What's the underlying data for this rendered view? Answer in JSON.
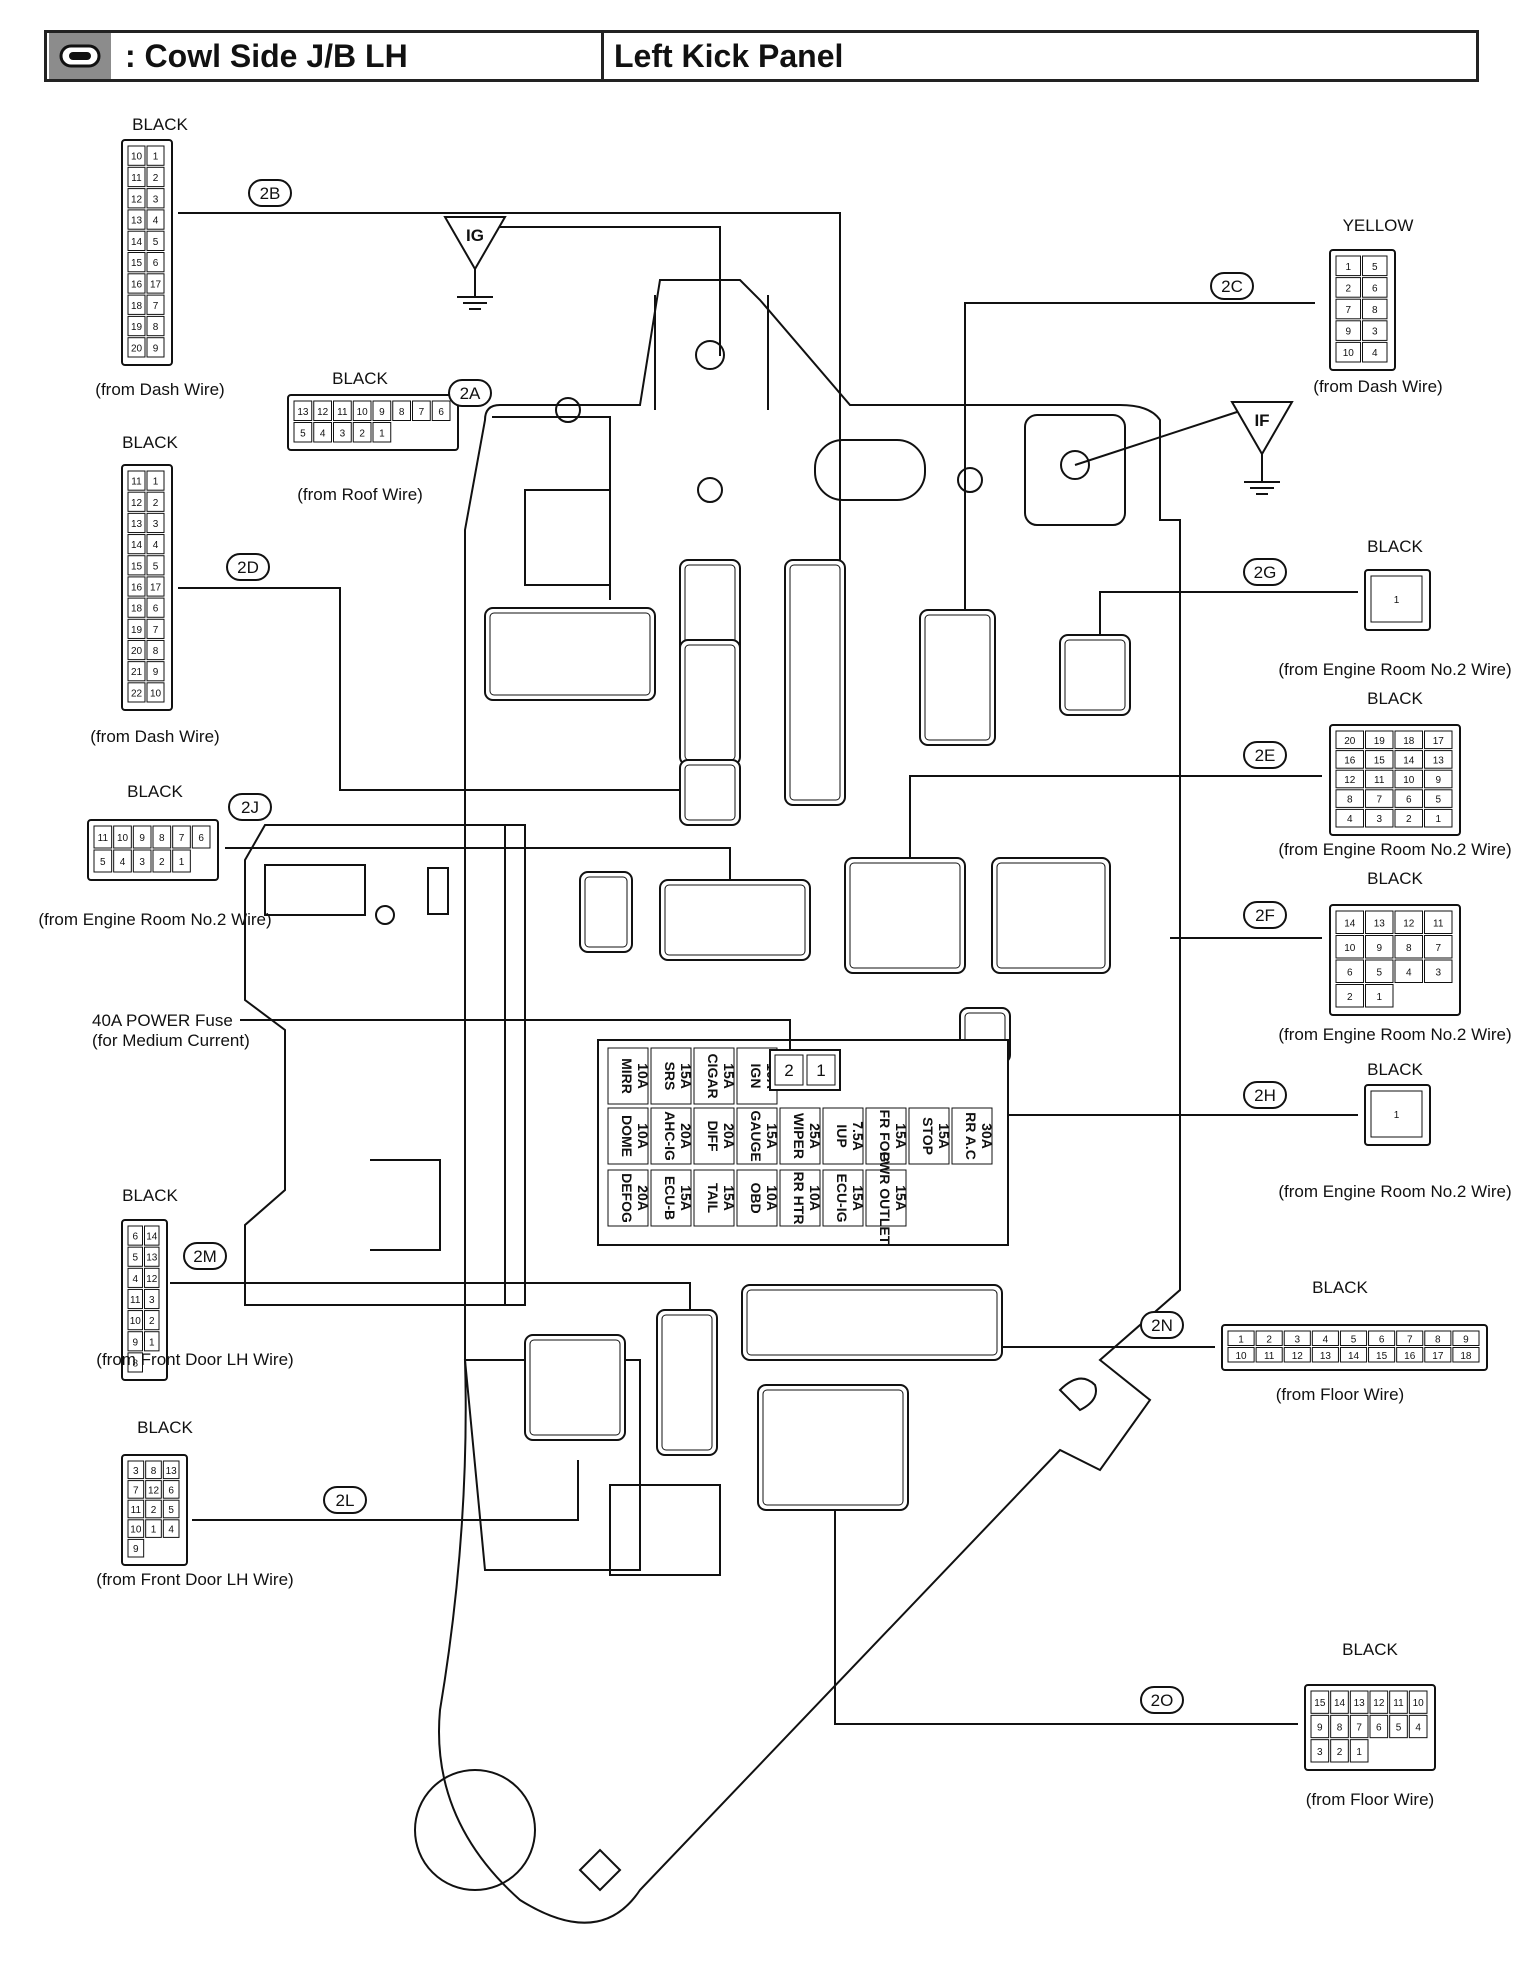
{
  "header": {
    "title": ": Cowl Side J/B LH",
    "location": "Left Kick Panel"
  },
  "grounds": [
    {
      "id": "IG",
      "label": "IG"
    },
    {
      "id": "IF",
      "label": "IF"
    }
  ],
  "power_fuse": {
    "label_line1": "40A POWER Fuse",
    "label_line2": "(for Medium Current)",
    "pins": [
      "2",
      "1"
    ]
  },
  "fuses": [
    [
      "MIRR",
      "10A"
    ],
    [
      "SRS",
      "15A"
    ],
    [
      "CIGAR",
      "15A"
    ],
    [
      "IGN",
      "10A"
    ],
    [
      "DOME",
      "10A"
    ],
    [
      "AHC-IG",
      "20A"
    ],
    [
      "DIFF",
      "20A"
    ],
    [
      "GAUGE",
      "15A"
    ],
    [
      "WIPER",
      "25A"
    ],
    [
      "IUP",
      "7.5A"
    ],
    [
      "FR FOG",
      "15A"
    ],
    [
      "STOP",
      "15A"
    ],
    [
      "RR A.C",
      "30A"
    ],
    [
      "DEFOG",
      "20A"
    ],
    [
      "ECU-B",
      "15A"
    ],
    [
      "TAIL",
      "15A"
    ],
    [
      "OBD",
      "10A"
    ],
    [
      "RR HTR",
      "10A"
    ],
    [
      "ECU-IG",
      "15A"
    ],
    [
      "PWR OUTLET",
      "15A"
    ]
  ],
  "connectors": [
    {
      "code": "2B",
      "color": "BLACK",
      "source": "(from Dash Wire)",
      "pins": [
        "10",
        "1",
        "11",
        "2",
        "12",
        "3",
        "13",
        "4",
        "14",
        "5",
        "15",
        "6",
        "16",
        "17",
        "18",
        "7",
        "19",
        "8",
        "20",
        "9"
      ]
    },
    {
      "code": "2A",
      "color": "BLACK",
      "source": "(from Roof Wire)",
      "pins": [
        "13",
        "12",
        "11",
        "10",
        "9",
        "8",
        "7",
        "6",
        "5",
        "4",
        "3",
        "2",
        "1"
      ]
    },
    {
      "code": "2D",
      "color": "BLACK",
      "source": "(from Dash Wire)",
      "pins": [
        "11",
        "1",
        "12",
        "2",
        "13",
        "3",
        "14",
        "4",
        "15",
        "5",
        "16",
        "17",
        "18",
        "6",
        "19",
        "7",
        "20",
        "8",
        "21",
        "9",
        "22",
        "10"
      ]
    },
    {
      "code": "2J",
      "color": "BLACK",
      "source": "(from Engine Room No.2 Wire)",
      "pins": [
        "11",
        "10",
        "9",
        "8",
        "7",
        "6",
        "5",
        "4",
        "3",
        "2",
        "1"
      ]
    },
    {
      "code": "2C",
      "color": "YELLOW",
      "source": "(from Dash Wire)",
      "pins": [
        "1",
        "5",
        "2",
        "6",
        "7",
        "8",
        "9",
        "3",
        "10",
        "4"
      ]
    },
    {
      "code": "2G",
      "color": "BLACK",
      "source": "(from Engine Room No.2 Wire)",
      "pins": [
        "1"
      ]
    },
    {
      "code": "2E",
      "color": "BLACK",
      "source": "(from Engine Room No.2 Wire)",
      "pins": [
        "20",
        "19",
        "18",
        "17",
        "16",
        "15",
        "14",
        "13",
        "12",
        "11",
        "10",
        "9",
        "8",
        "7",
        "6",
        "5",
        "4",
        "3",
        "2",
        "1"
      ]
    },
    {
      "code": "2F",
      "color": "BLACK",
      "source": "(from Engine Room No.2 Wire)",
      "pins": [
        "14",
        "13",
        "12",
        "11",
        "10",
        "9",
        "8",
        "7",
        "6",
        "5",
        "4",
        "3",
        "2",
        "1"
      ]
    },
    {
      "code": "2H",
      "color": "BLACK",
      "source": "(from Engine Room No.2 Wire)",
      "pins": [
        "1"
      ]
    },
    {
      "code": "2M",
      "color": "BLACK",
      "source": "(from Front Door LH Wire)",
      "pins": [
        "6",
        "14",
        "5",
        "13",
        "4",
        "12",
        "11",
        "3",
        "10",
        "2",
        "9",
        "1",
        "8"
      ]
    },
    {
      "code": "2L",
      "color": "BLACK",
      "source": "(from Front Door LH Wire)",
      "pins": [
        "3",
        "8",
        "13",
        "7",
        "12",
        "6",
        "11",
        "2",
        "5",
        "10",
        "1",
        "4",
        "9"
      ]
    },
    {
      "code": "2N",
      "color": "BLACK",
      "source": "(from Floor Wire)",
      "pins": [
        "1",
        "2",
        "3",
        "4",
        "5",
        "6",
        "7",
        "8",
        "9",
        "10",
        "11",
        "12",
        "13",
        "14",
        "15",
        "16",
        "17",
        "18"
      ]
    },
    {
      "code": "2O",
      "color": "BLACK",
      "source": "(from Floor Wire)",
      "pins": [
        "15",
        "14",
        "13",
        "12",
        "11",
        "10",
        "9",
        "8",
        "7",
        "6",
        "5",
        "4",
        "3",
        "2",
        "1"
      ]
    }
  ]
}
